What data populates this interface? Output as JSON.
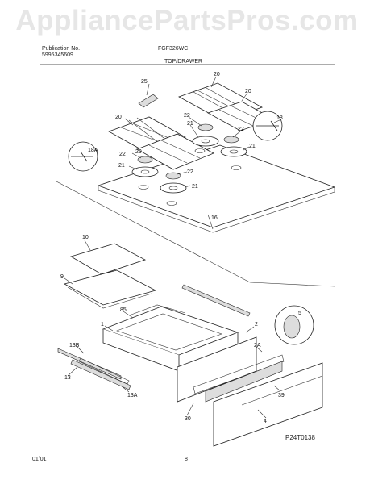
{
  "watermark": "AppliancePartsPros.com",
  "header": {
    "publication_label": "Publication No.",
    "publication_number": "5995345609",
    "model": "FGF326WC",
    "section": "TOP/DRAWER"
  },
  "footer": {
    "date": "01/01",
    "page": "8",
    "drawing_id": "P24T0138"
  },
  "labels": {
    "l25": "25",
    "l20a": "20",
    "l20b": "20",
    "l20c": "20",
    "l20d": "20",
    "l18": "18",
    "l22a": "22",
    "l22b": "22",
    "l22c": "22",
    "l22d": "22",
    "l21a": "21",
    "l21b": "21",
    "l21c": "21",
    "l21d": "21",
    "l18a": "18A",
    "l16": "16",
    "l10": "10",
    "l9": "9",
    "l85": "85",
    "l1": "1",
    "l2": "2",
    "l2a": "2A",
    "l5": "5",
    "l13b": "13B",
    "l13": "13",
    "l13a": "13A",
    "l30": "30",
    "l39": "39",
    "l4": "4"
  }
}
